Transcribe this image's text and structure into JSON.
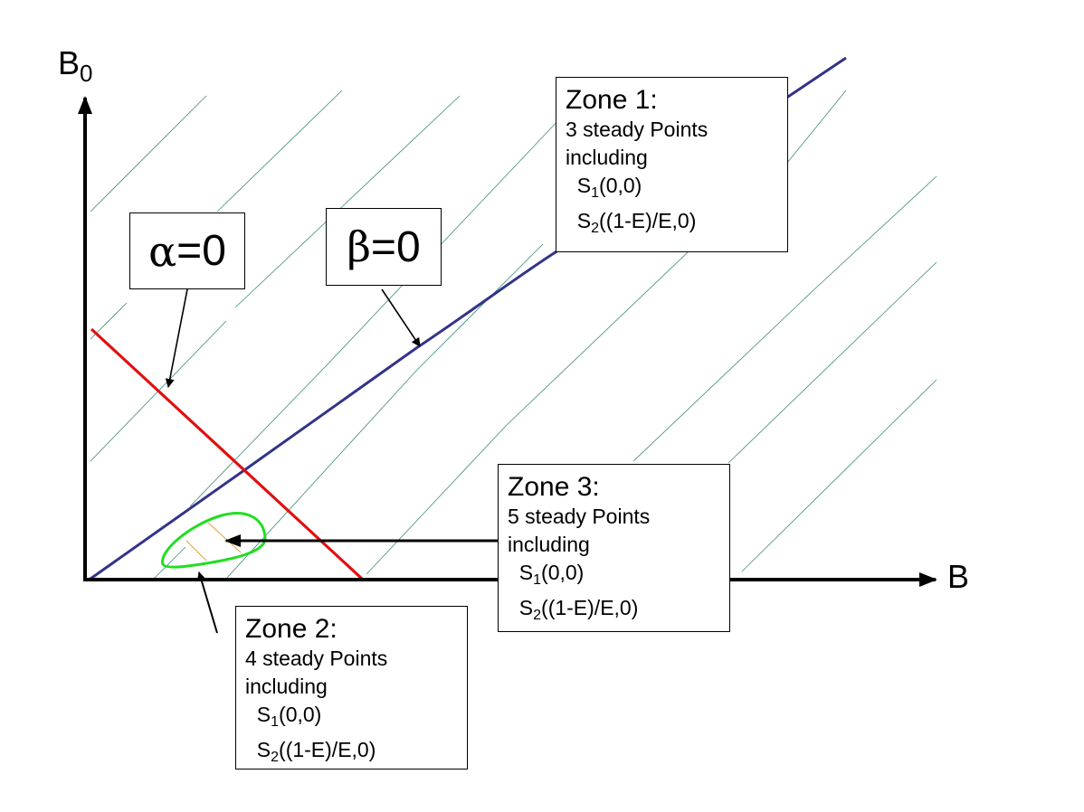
{
  "axes": {
    "y_label_main": "B",
    "y_label_sub": "0",
    "x_label": "B"
  },
  "curves": {
    "alpha": {
      "label_symbol": "α",
      "label_rest": "=0",
      "color": "#e01010"
    },
    "beta": {
      "label_symbol": "β",
      "label_rest": "=0",
      "color": "#33338a"
    },
    "zone2_loop_color": "#22dd22",
    "loop_hatch_color": "#e0a040",
    "hatch_color": "#3d8a7a"
  },
  "zones": [
    {
      "id": "zone1",
      "title": "Zone 1:",
      "line1": "3 steady Points",
      "line2": "including",
      "points": [
        {
          "name": "S",
          "sub": "1",
          "coords": "(0,0)"
        },
        {
          "name": "S",
          "sub": "2",
          "coords": "((1-E)/E,0)"
        }
      ]
    },
    {
      "id": "zone2",
      "title": "Zone 2:",
      "line1": "4 steady Points",
      "line2": "including",
      "points": [
        {
          "name": "S",
          "sub": "1",
          "coords": "(0,0)"
        },
        {
          "name": "S",
          "sub": "2",
          "coords": "((1-E)/E,0)"
        }
      ]
    },
    {
      "id": "zone3",
      "title": "Zone 3:",
      "line1": "5 steady Points",
      "line2": "including",
      "points": [
        {
          "name": "S",
          "sub": "1",
          "coords": "(0,0)"
        },
        {
          "name": "S",
          "sub": "2",
          "coords": "((1-E)/E,0)"
        }
      ]
    }
  ]
}
